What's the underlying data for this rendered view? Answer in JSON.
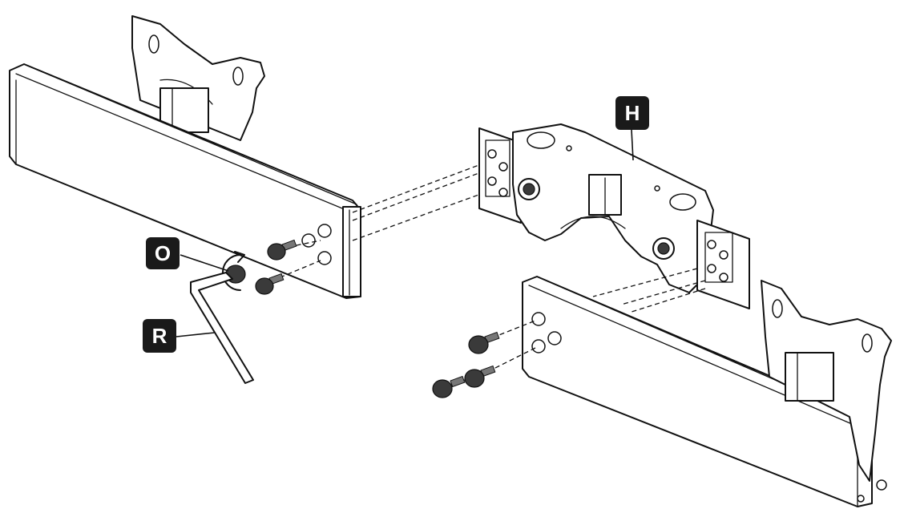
{
  "labels": {
    "o": "O",
    "h": "H",
    "r": "R"
  },
  "colors": {
    "line": "#111111",
    "label_background": "#1a1a1a",
    "label_text": "#ffffff",
    "screw": "#3a3a3a"
  },
  "icons": {
    "rotation_arrow": "rotation-arrow-icon",
    "hex_key": "hex-key-icon"
  }
}
